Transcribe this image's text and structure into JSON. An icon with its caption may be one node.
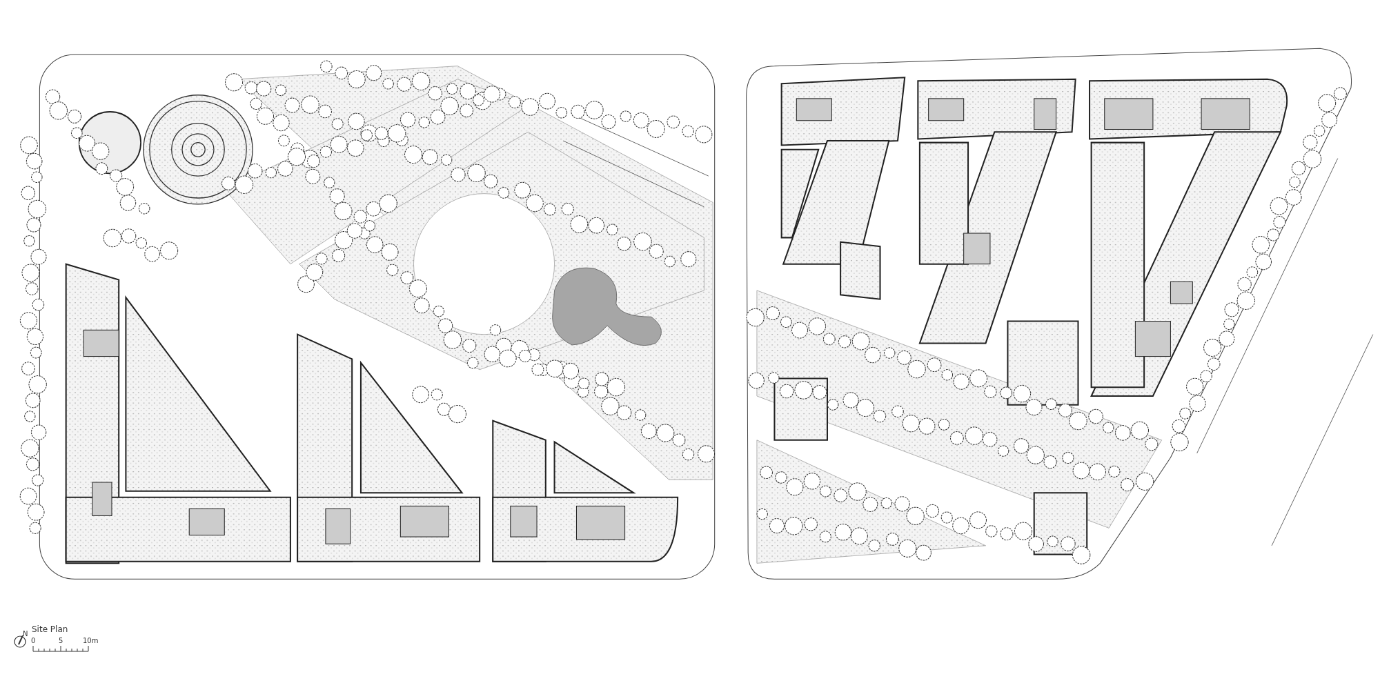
{
  "diagram": {
    "title": "Site Plan",
    "labels": [
      "N",
      "0",
      "5",
      "10m"
    ]
  }
}
